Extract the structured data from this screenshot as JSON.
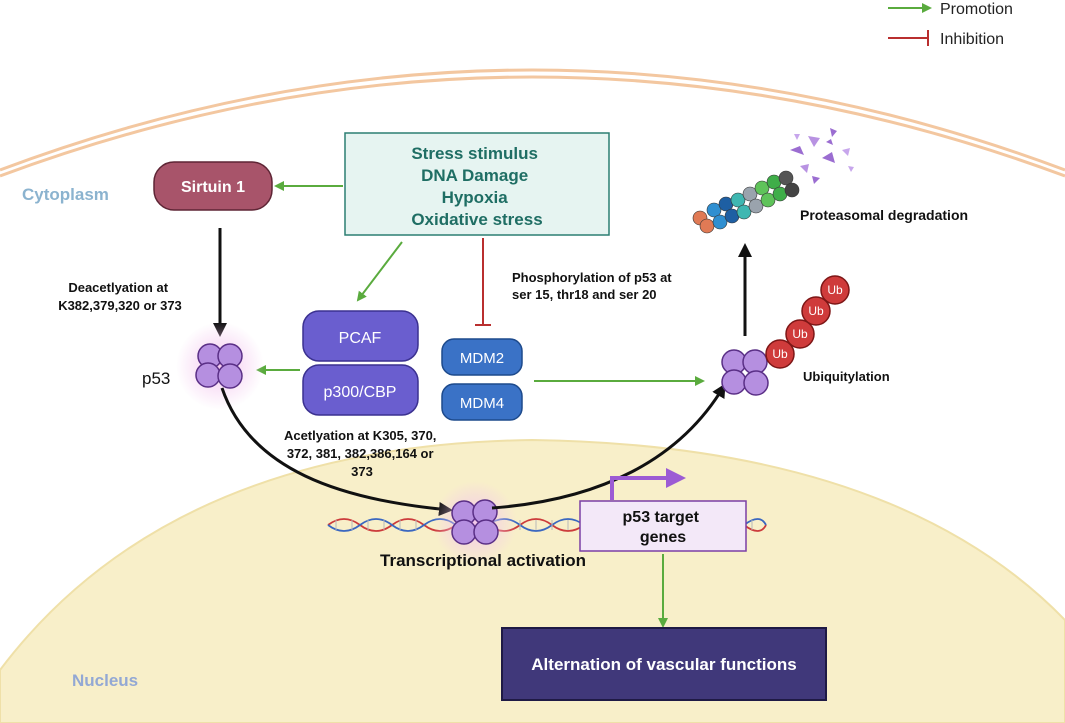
{
  "legend": {
    "promotion": "Promotion",
    "inhibition": "Inhibition"
  },
  "regions": {
    "cytoplasm": "Cytoplasm",
    "nucleus": "Nucleus"
  },
  "stress_box": {
    "lines": [
      "Stress stimulus",
      "DNA Damage",
      "Hypoxia",
      "Oxidative stress"
    ]
  },
  "nodes": {
    "sirtuin": "Sirtuin 1",
    "pcaf": "PCAF",
    "p300": "p300/CBP",
    "mdm2": "MDM2",
    "mdm4": "MDM4",
    "p53": "p53",
    "ub": "Ub",
    "target_genes": [
      "p53 target",
      "genes"
    ],
    "vascular": "Alternation of vascular functions"
  },
  "annotations": {
    "deacetylation": [
      "Deacetlyation at",
      "K382,379,320 or 373"
    ],
    "acetylation": [
      "Acetlyation at K305, 370,",
      "372, 381, 382,386,164 or",
      "373"
    ],
    "phosphorylation": [
      "Phosphorylation of p53 at",
      "ser 15, thr18 and ser 20"
    ],
    "ubiquitylation": "Ubiquitylation",
    "proteasomal": "Proteasomal degradation",
    "transcriptional": "Transcriptional activation"
  },
  "colors": {
    "promotion": "#5aab3e",
    "inhibition": "#b92f2f",
    "sirtuin": "#a8546a",
    "acetyltransferase": "#6a5ecf",
    "mdm": "#3a72c6",
    "p53": "#b58fe0",
    "ub": "#cf3b3b",
    "stress_box": "#e6f4f1",
    "stress_text": "#1f6e64",
    "vascular": "#40387a",
    "nucleus": "#f8efc9",
    "membrane": "#f3c7a0"
  }
}
